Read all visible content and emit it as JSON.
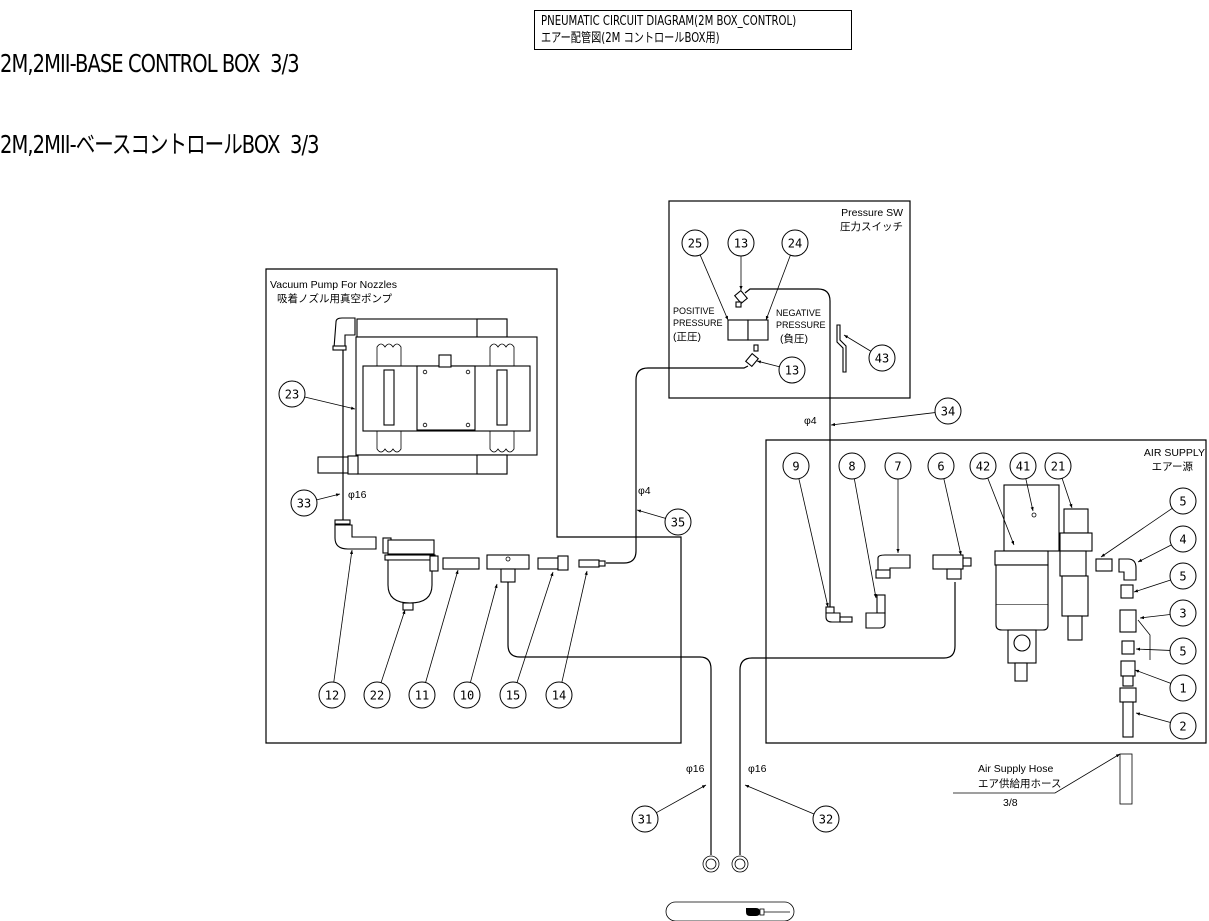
{
  "title": {
    "line1": "2M,2MII-BASE CONTROL BOX  3/3",
    "line2": "2M,2MII-ベースコントロールBOX  3/3"
  },
  "header_box": {
    "line1": "PNEUMATIC CIRCUIT DIAGRAM(2M BOX_CONTROL)",
    "line2": "エアー配管図(2M コントロールBOX用)"
  },
  "sections": {
    "vacuum_pump": {
      "label_en": "Vacuum Pump For Nozzles",
      "label_jp": "吸着ノズル用真空ポンプ"
    },
    "pressure_sw": {
      "label_en": "Pressure SW",
      "label_jp": "圧力スイッチ",
      "positive": [
        "POSITIVE",
        "PRESSURE",
        "(正圧)"
      ],
      "negative": [
        "NEGATIVE",
        "PRESSURE",
        "(負圧)"
      ]
    },
    "air_supply": {
      "label_en": "AIR SUPPLY",
      "label_jp": "エアー源"
    },
    "air_supply_hose": {
      "label_en": "Air Supply Hose",
      "label_jp": "エア供給用ホース",
      "size": "3/8"
    }
  },
  "tube_sizes": {
    "t33": "φ16",
    "t35": "φ4",
    "t34": "φ4",
    "t31": "φ16",
    "t32": "φ16"
  },
  "balloons": {
    "b25": "25",
    "b13a": "13",
    "b24": "24",
    "b13b": "13",
    "b43": "43",
    "b23": "23",
    "b33": "33",
    "b35": "35",
    "b34": "34",
    "b12": "12",
    "b22": "22",
    "b11": "11",
    "b10": "10",
    "b15": "15",
    "b14": "14",
    "b9": "9",
    "b8": "8",
    "b7": "7",
    "b6": "6",
    "b42": "42",
    "b41": "41",
    "b21": "21",
    "b5a": "5",
    "b4": "4",
    "b5b": "5",
    "b3": "3",
    "b5c": "5",
    "b1": "1",
    "b2": "2",
    "b31": "31",
    "b32": "32"
  },
  "icons": {
    "next_page": "pointing-hand-icon"
  }
}
